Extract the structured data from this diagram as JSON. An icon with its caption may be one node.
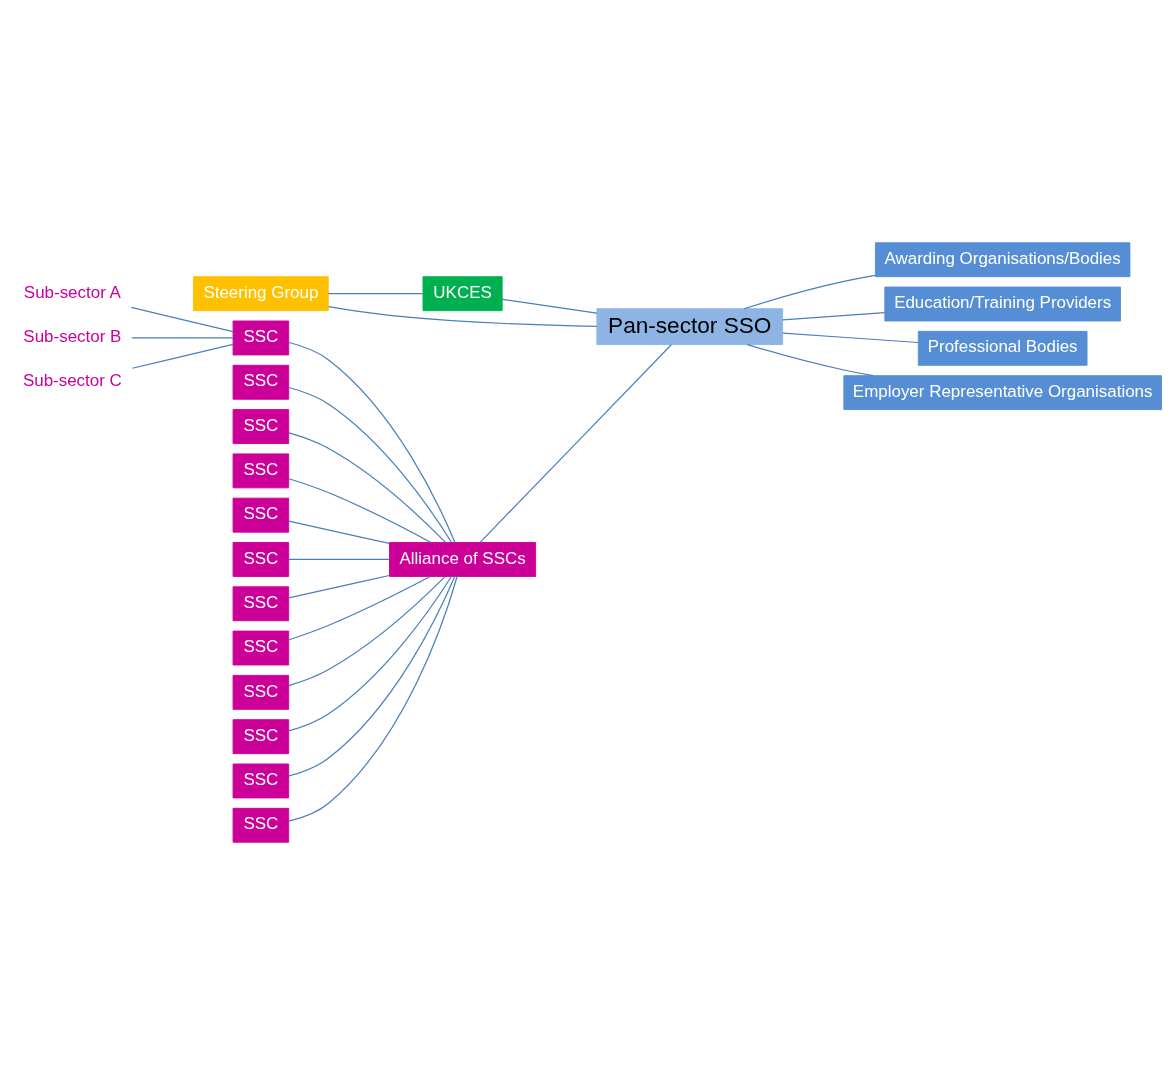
{
  "diagram": {
    "nodes": [
      {
        "text": [
          "Sub-sector A"
        ]
      },
      {
        "text": [
          "Sub-sector B"
        ]
      },
      {
        "text": [
          "Sub-sector C"
        ]
      },
      {
        "text": [
          "SSC"
        ]
      },
      {
        "text": [
          "SSC"
        ]
      },
      {
        "text": [
          "SSC"
        ]
      },
      {
        "text": [
          "SSC"
        ]
      },
      {
        "text": [
          "SSC"
        ]
      },
      {
        "text": [
          "SSC"
        ]
      },
      {
        "text": [
          "SSC"
        ]
      },
      {
        "text": [
          "SSC"
        ]
      },
      {
        "text": [
          "SSC"
        ]
      },
      {
        "text": [
          "SSC"
        ]
      },
      {
        "text": [
          "SSC"
        ]
      },
      {
        "text": [
          "SSC"
        ]
      },
      {
        "text": [
          "Alliance of SSCs"
        ]
      },
      {
        "text": [
          "UKCES"
        ]
      },
      {
        "text": [
          "Steering Group"
        ]
      },
      {
        "text": [
          "Pan-sector SSO"
        ]
      },
      {
        "text": [
          "Awarding Organisations/Bodies"
        ]
      },
      {
        "text": [
          "Education/Training Providers"
        ]
      },
      {
        "text": [
          "Professional Bodies"
        ]
      },
      {
        "text": [
          "Employer Representative Organisations"
        ]
      }
    ],
    "edges": [
      {
        "from": 0,
        "to": 3,
        "arrow": "none"
      },
      {
        "from": 1,
        "to": 3,
        "arrow": "none"
      },
      {
        "from": 2,
        "to": 3,
        "arrow": "none"
      },
      {
        "from": 3,
        "to": 15,
        "arrow": "none"
      },
      {
        "from": 4,
        "to": 15,
        "arrow": "none"
      },
      {
        "from": 5,
        "to": 15,
        "arrow": "none"
      },
      {
        "from": 6,
        "to": 15,
        "arrow": "none"
      },
      {
        "from": 7,
        "to": 15,
        "arrow": "none"
      },
      {
        "from": 8,
        "to": 15,
        "arrow": "none"
      },
      {
        "from": 9,
        "to": 15,
        "arrow": "none"
      },
      {
        "from": 10,
        "to": 15,
        "arrow": "none"
      },
      {
        "from": 11,
        "to": 15,
        "arrow": "none"
      },
      {
        "from": 12,
        "to": 15,
        "arrow": "none"
      },
      {
        "from": 13,
        "to": 15,
        "arrow": "none"
      },
      {
        "from": 14,
        "to": 15,
        "arrow": "none"
      },
      {
        "from": 15,
        "to": 18,
        "arrow": "none"
      },
      {
        "from": 17,
        "to": 16,
        "arrow": "none"
      },
      {
        "from": 16,
        "to": 18,
        "arrow": "none"
      },
      {
        "from": 17,
        "to": 18,
        "arrow": "none"
      },
      {
        "from": 18,
        "to": 19,
        "arrow": "none"
      },
      {
        "from": 18,
        "to": 20,
        "arrow": "none"
      },
      {
        "from": 18,
        "to": 21,
        "arrow": "none"
      },
      {
        "from": 18,
        "to": 22,
        "arrow": "none"
      }
    ]
  }
}
